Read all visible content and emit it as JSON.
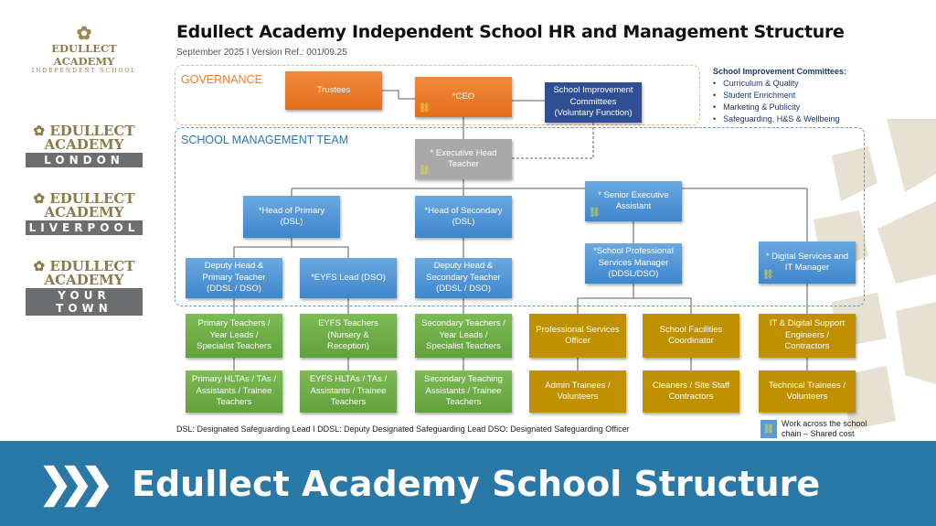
{
  "header": {
    "title": "Edullect Academy Independent School HR and Management Structure",
    "subtitle": "September 2025 I Version Ref.: 001/09.25"
  },
  "logos": [
    {
      "name": "EDULLECT ACADEMY",
      "tagline": "INDEPENDENT SCHOOL"
    },
    {
      "line1": "EDULLECT",
      "line2": "ACADEMY",
      "bar": "LONDON"
    },
    {
      "line1": "EDULLECT",
      "line2": "ACADEMY",
      "bar": "LIVERPOOL"
    },
    {
      "line1": "EDULLECT",
      "line2": "ACADEMY",
      "bar": "YOUR TOWN"
    }
  ],
  "zones": {
    "governance": "GOVERNANCE",
    "smt": "SCHOOL MANAGEMENT TEAM"
  },
  "nodes": {
    "trustees": "Trustees",
    "ceo": "*CEO",
    "sic": "School Improvement\nCommittees\n(Voluntary Function)",
    "exec_head": "* Executive Head\nTeacher",
    "head_primary": "*Head of Primary\n(DSL)",
    "head_secondary": "*Head of Secondary\n(DSL)",
    "senior_exec": "* Senior Executive\nAssistant",
    "deputy_primary": "Deputy Head &\nPrimary Teacher\n(DDSL / DSO)",
    "eyfs_lead": "*EYFS Lead (DSO)",
    "deputy_secondary": "Deputy Head &\nSecondary Teacher\n(DDSL / DSO)",
    "spsm": "*School Professional\nServices Manager\n(DDSL/DSO)",
    "digital": "* Digital Services and\nIT Manager",
    "primary_teachers": "Primary Teachers /\nYear Leads /\nSpecialist Teachers",
    "eyfs_teachers": "EYFS Teachers\n(Nursery &\nReception)",
    "secondary_teachers": "Secondary Teachers /\nYear Leads /\nSpecialist Teachers",
    "pso": "Professional Services\nOfficer",
    "facilities": "School Facilities\nCoordinator",
    "it_support": "IT & Digital Support\nEngineers /\nContractors",
    "primary_hltas": "Primary HLTAs / TAs /\nAssistants / Trainee\nTeachers",
    "eyfs_hltas": "EYFS HLTAs / TAs /\nAssistants / Trainee\nTeachers",
    "secondary_ta": "Secondary Teaching\nAssistants / Trainee\nTeachers",
    "admin_trainees": "Admin Trainees /\nVolunteers",
    "cleaners": "Cleaners / Site Staff\nContractors",
    "tech_trainees": "Technical Trainees /\nVolunteers"
  },
  "committees": {
    "heading": "School Improvement Committees:",
    "items": [
      "Curriculum & Quality",
      "Student Enrichment",
      "Marketing & Publicity",
      "Safeguarding, H&S & Wellbeing"
    ]
  },
  "footnote": "DSL: Designated Safeguarding Lead I DDSL: Deputy Designated Safeguarding Lead DSO: Designated Safeguarding Officer",
  "legend": {
    "text": "Work across the school chain – Shared cost",
    "icon": "chain-link-icon"
  },
  "banner": {
    "title": "Edullect Academy School Structure"
  },
  "colors": {
    "orange": "#ED7D31",
    "navy": "#2F4F93",
    "blue": "#5B9BD5",
    "green": "#70AD47",
    "gold": "#BF9000",
    "banner": "#2A78A5"
  }
}
